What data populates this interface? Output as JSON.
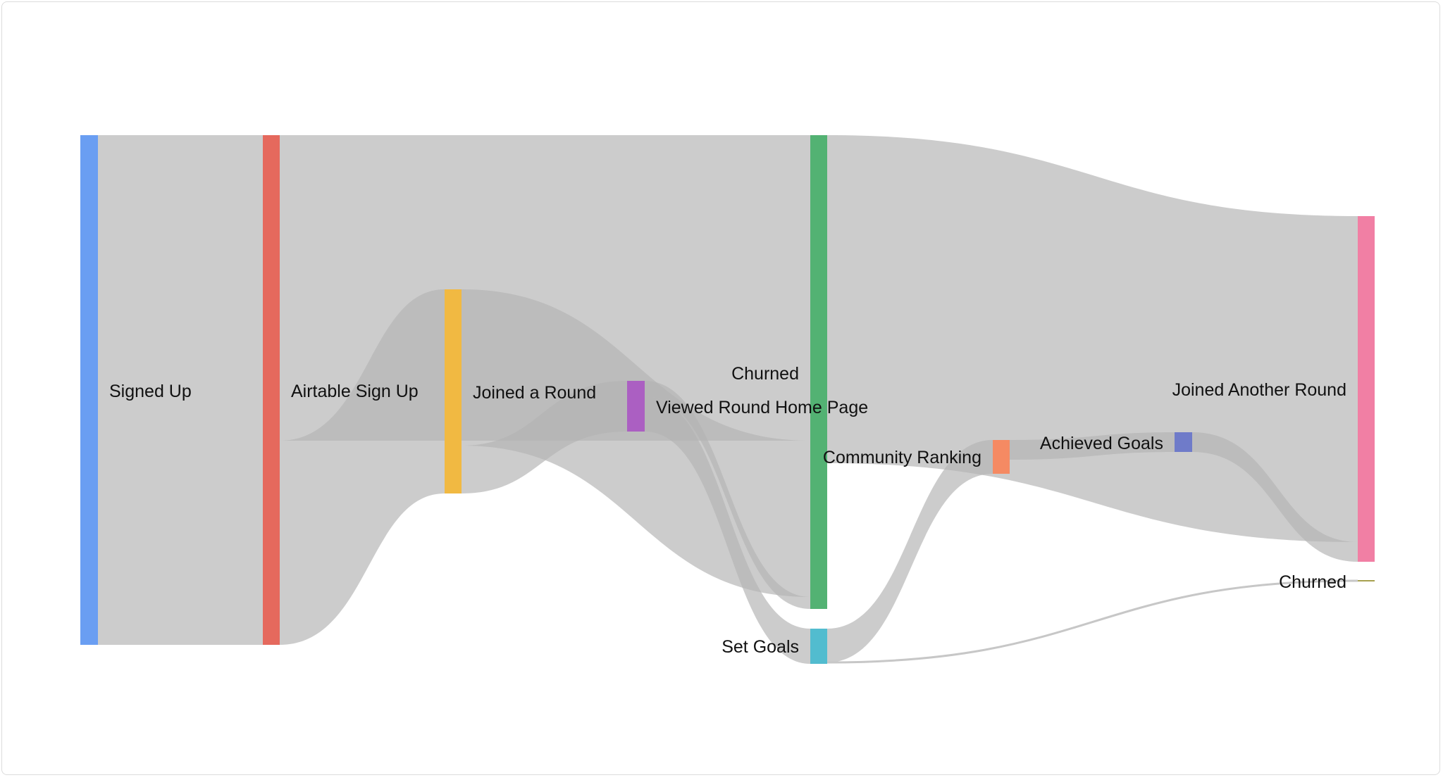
{
  "diagram": {
    "type": "sankey",
    "nodes": [
      {
        "id": "signed_up",
        "label": "Signed Up",
        "color": "#6a9ef2"
      },
      {
        "id": "airtable_sign_up",
        "label": "Airtable Sign Up",
        "color": "#e5695d"
      },
      {
        "id": "joined_a_round",
        "label": "Joined a Round",
        "color": "#f1b942"
      },
      {
        "id": "viewed_round_home_page",
        "label": "Viewed Round Home Page",
        "color": "#ab5fc2"
      },
      {
        "id": "churned_1",
        "label": "Churned",
        "color": "#53b273"
      },
      {
        "id": "set_goals",
        "label": "Set Goals",
        "color": "#52bccf"
      },
      {
        "id": "community_ranking",
        "label": "Community Ranking",
        "color": "#f58a63"
      },
      {
        "id": "achieved_goals",
        "label": "Achieved Goals",
        "color": "#6f7bc9"
      },
      {
        "id": "joined_another_round",
        "label": "Joined Another Round",
        "color": "#f17fa4"
      },
      {
        "id": "churned_2",
        "label": "Churned",
        "color": "#a7a04e"
      }
    ],
    "link_color": "#b4b4b4"
  }
}
